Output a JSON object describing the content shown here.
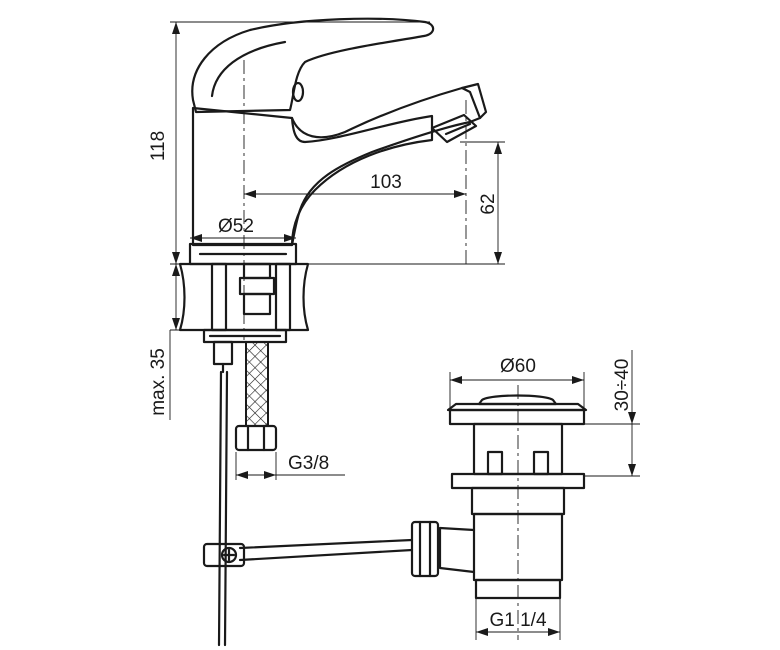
{
  "dimensions": {
    "height_118": "118",
    "length_103": "103",
    "height_62": "62",
    "diameter_52": "Ø52",
    "max_35": "max. 35",
    "thread_g38": "G3/8",
    "diameter_60": "Ø60",
    "range_30_40": "30÷40",
    "thread_g114": "G1 1/4"
  }
}
